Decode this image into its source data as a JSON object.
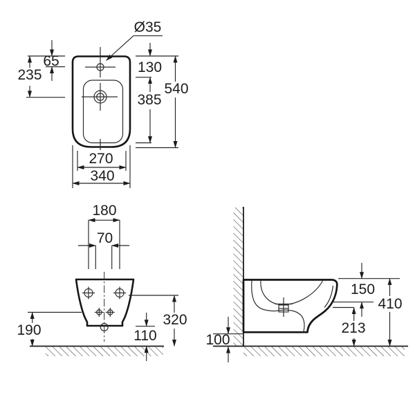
{
  "drawing": {
    "type": "technical-dimension-drawing",
    "subject": "wall-hung bidet, three orthographic views",
    "colors": {
      "line": "#1c1c1c",
      "dim_line": "#242424",
      "background": "#ffffff"
    },
    "views": {
      "top": {
        "name": "top-view",
        "dims": {
          "hole_dia": "Ø35",
          "edge_to_faucet": "65",
          "edge_to_drain": "235",
          "edge_to_basin": "130",
          "basin_length": "385",
          "overall_length": "540",
          "basin_width": "270",
          "overall_width": "340"
        }
      },
      "back": {
        "name": "back-view",
        "dims": {
          "bolt_spacing": "180",
          "inlet_spacing": "70",
          "floor_to_inlets": "190",
          "floor_to_bolts": "320",
          "floor_to_outlet": "110"
        }
      },
      "side": {
        "name": "side-view",
        "dims": {
          "depth_to_spout": "150",
          "overall_height": "410",
          "spout_height": "213",
          "base_clearance": "100"
        }
      }
    }
  }
}
